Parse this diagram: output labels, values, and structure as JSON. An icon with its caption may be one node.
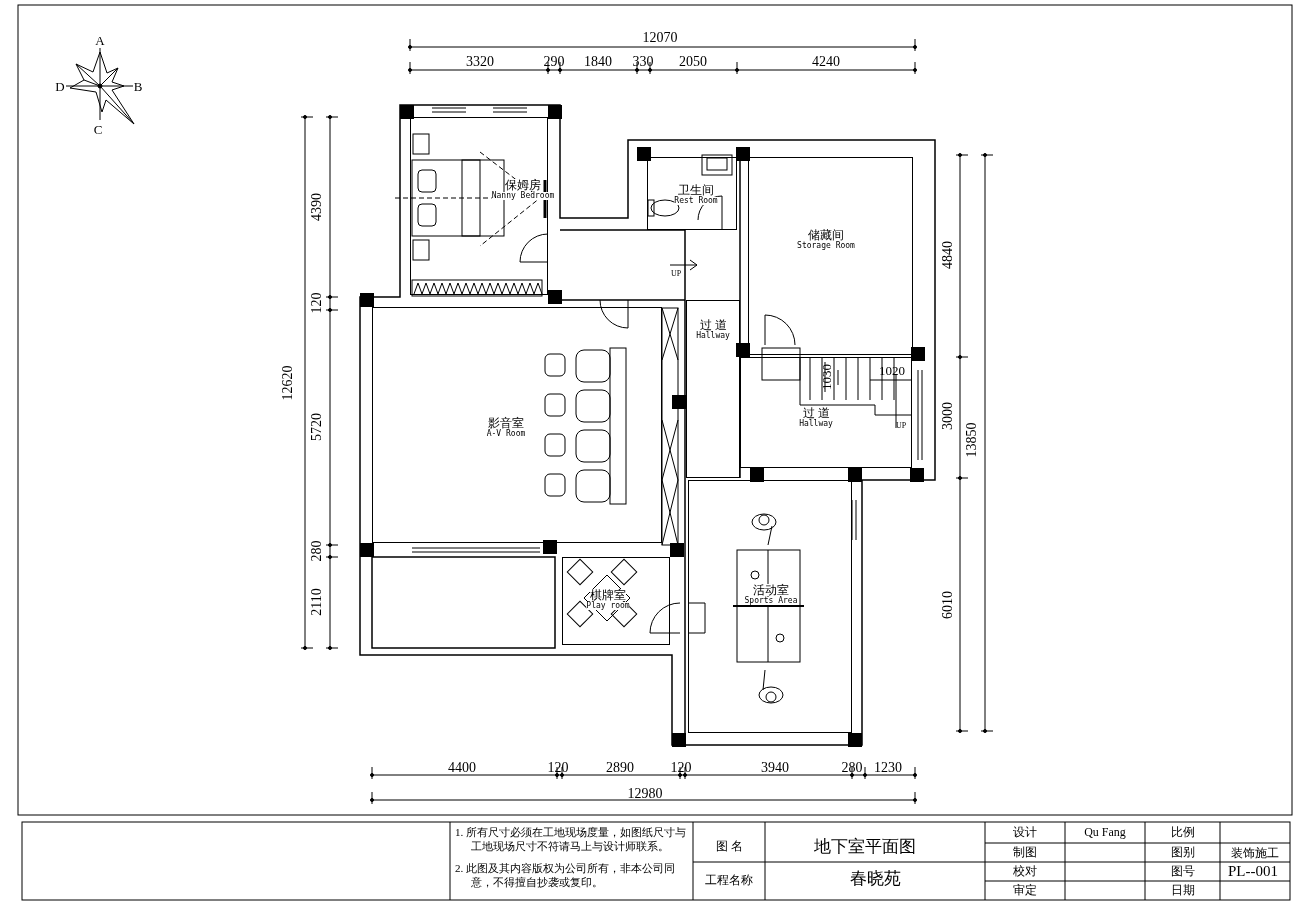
{
  "diagram": {
    "title": "地下室平面图",
    "nodes": [
      {
        "text": [
          "保姆房",
          "Nanny Bedroom"
        ]
      },
      {
        "text": [
          "卫生间",
          "Rest Room"
        ]
      },
      {
        "text": [
          "储藏间",
          "Storage Room"
        ]
      },
      {
        "text": [
          "过 道",
          "Hallway"
        ]
      },
      {
        "text": [
          "过 道",
          "Hallway"
        ]
      },
      {
        "text": [
          "影音室",
          "A-V Room"
        ]
      },
      {
        "text": [
          "棋牌室",
          "Play room"
        ]
      },
      {
        "text": [
          "活动室",
          "Sports Area"
        ]
      }
    ],
    "labels": [
      "A",
      "D",
      "B",
      "C",
      "12070",
      "3320",
      "290",
      "1840",
      "330",
      "2050",
      "4240",
      "4390",
      "120",
      "12620",
      "5720",
      "280",
      "2110",
      "UP",
      "1030",
      "1020",
      "UP",
      "4840",
      "3000",
      "13850",
      "6010",
      "4400",
      "120",
      "2890",
      "120",
      "3940",
      "280",
      "1230",
      "12980",
      "1. 所有尺寸必须在工地现场度量，如图纸尺寸与工地现场尺寸不符请马上与设计师联系。",
      "2. 此图及其内容版权为公司所有，非本公司同意，不得擅自抄袭或复印。",
      "图 名",
      "工程名称",
      "春晓苑",
      "设计",
      "Qu Fang",
      "比例",
      "制图",
      "图别",
      "装饰施工",
      "校对",
      "图号",
      "PL--001",
      "审定",
      "日期"
    ]
  }
}
